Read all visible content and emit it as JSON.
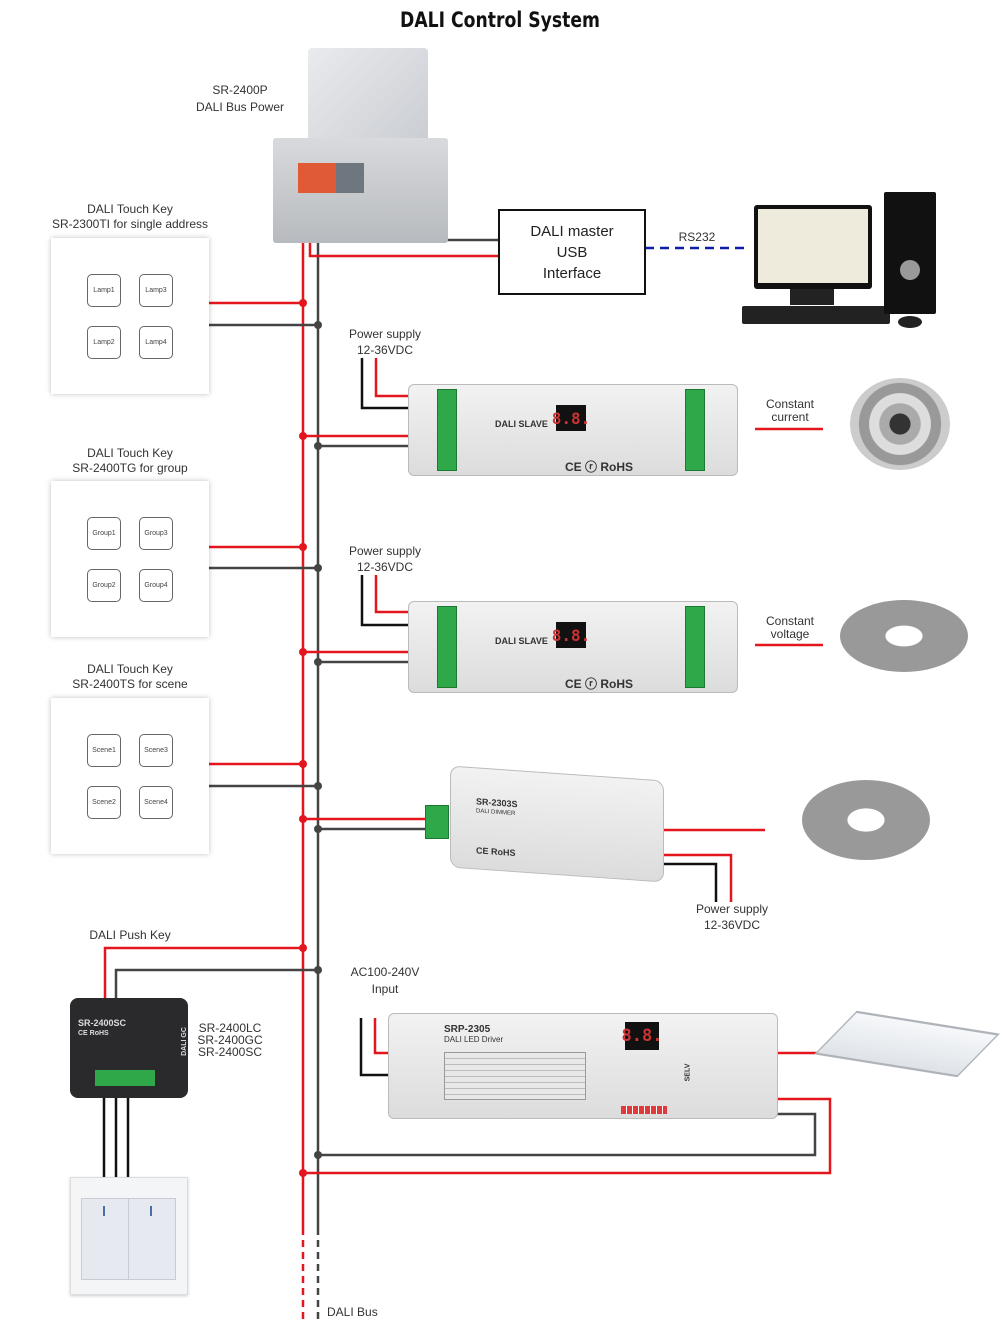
{
  "title": "DALI Control System",
  "bus_power": {
    "model": "SR-2400P",
    "name": "DALI Bus Power"
  },
  "master": {
    "lines": [
      "DALI master",
      "USB",
      "Interface"
    ],
    "link_label": "RS232"
  },
  "touch_keys": [
    {
      "title": "DALI Touch Key",
      "subtitle": "SR-2300TI for single address",
      "keys": [
        "Lamp1",
        "Lamp3",
        "Lamp2",
        "Lamp4"
      ]
    },
    {
      "title": "DALI Touch Key",
      "subtitle": "SR-2400TG for group",
      "keys": [
        "Group1",
        "Group3",
        "Group2",
        "Group4"
      ]
    },
    {
      "title": "DALI Touch Key",
      "subtitle": "SR-2400TS for scene",
      "keys": [
        "Scene1",
        "Scene3",
        "Scene2",
        "Scene4"
      ]
    }
  ],
  "slaves": [
    {
      "label": "DALI SLAVE",
      "display": "8.8.",
      "cert": "CE ⓡ RoHS",
      "power_label": "Power supply",
      "power_value": "12-36VDC",
      "output_label_1": "Constant",
      "output_label_2": "current"
    },
    {
      "label": "DALI SLAVE",
      "display": "8.8.",
      "cert": "CE ⓡ RoHS",
      "power_label": "Power supply",
      "power_value": "12-36VDC",
      "output_label_1": "Constant",
      "output_label_2": "voltage"
    }
  ],
  "dimmer": {
    "model": "SR-2303S",
    "subtitle": "DALI DIMMER",
    "cert": "CE RoHS",
    "power_label": "Power supply",
    "power_value": "12-36VDC"
  },
  "push_key": {
    "title": "DALI Push Key",
    "device_label": "SR-2400SC",
    "device_cert": "CE RoHS",
    "side_label": "DALI GC",
    "models": [
      "SR-2400LC",
      "SR-2400GC",
      "SR-2400SC"
    ]
  },
  "driver": {
    "model": "SRP-2305",
    "subtitle": "DALI LED Driver",
    "display": "8.8.",
    "input_label": "AC100-240V",
    "input_sub": "Input",
    "selv": "SELV"
  },
  "bus_label": "DALI Bus",
  "colors": {
    "red_wire": "#e3161d",
    "gray_wire": "#444444",
    "rs232": "#0a1ea8"
  }
}
